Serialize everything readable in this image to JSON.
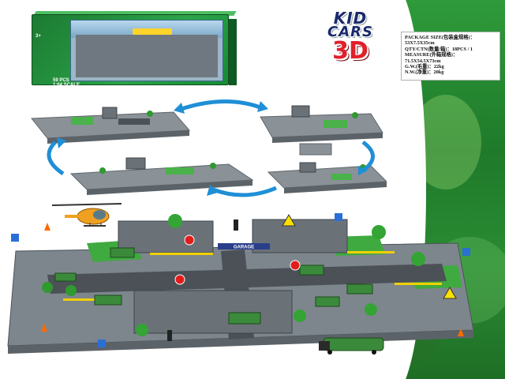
{
  "logo": {
    "line1": "KID",
    "line2": "CARS",
    "line3": "3D"
  },
  "specs": {
    "lines": [
      "PACKAGE SIZE(包装盒规格)：",
      "53X7.5X35cm",
      "QTY/CTN(数量/箱)：18PCS / 1",
      "MEASURE(外箱规格)：",
      "71.5X54.5X73cm",
      "G.W.(毛重)：22kg",
      "N.W.(净重)：20kg"
    ]
  },
  "box": {
    "pcs": "59 PCS",
    "scale": "1:64 SCALE",
    "age": "3+"
  },
  "board": {
    "garage_label": "GARAGE"
  },
  "colors": {
    "panel_green": "#2a8c33",
    "board_grey": "#7d868d",
    "grass": "#3faa3f",
    "arrow_blue": "#1f8fd6",
    "logo_red": "#e0202a",
    "logo_navy": "#1a2a6c"
  }
}
